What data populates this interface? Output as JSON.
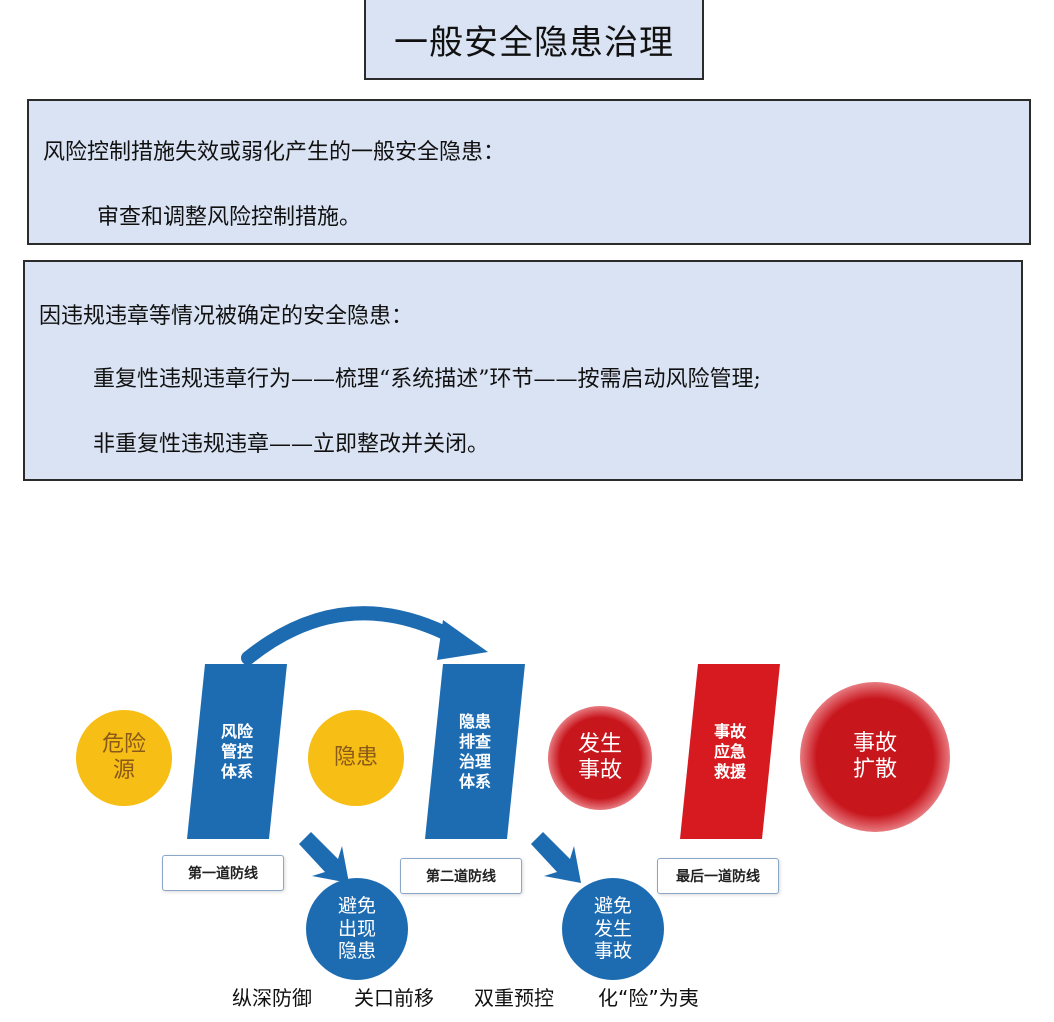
{
  "title": "一般安全隐患治理",
  "panel1": {
    "heading": "风险控制措施失效或弱化产生的一般安全隐患：",
    "item": "审查和调整风险控制措施。"
  },
  "panel2": {
    "heading": "因违规违章等情况被确定的安全隐患：",
    "item1": "重复性违规违章行为——梳理“系统描述”环节——按需启动风险管理;",
    "item2": "非重复性违规违章——立即整改并关闭。"
  },
  "diagram": {
    "hazard_source": "危险\n源",
    "hidden_danger": "隐患",
    "accident_occur": "发生\n事故",
    "accident_spread": "事故\n扩散",
    "risk_control_system": "风险\n管控\n体系",
    "hazard_check_system": "隐患\n排查\n治理\n体系",
    "emergency_rescue": "事故\n应急\n救援",
    "first_line": "第一道防线",
    "second_line": "第二道防线",
    "last_line": "最后一道防线",
    "avoid_hazard": "避免\n出现\n隐患",
    "avoid_accident": "避免\n发生\n事故",
    "slogans": [
      "纵深防御",
      "关口前移",
      "双重预控",
      "化“险”为夷"
    ],
    "colors": {
      "yellow": "#f7be16",
      "blue": "#1d6cb2",
      "red": "#c8161d"
    }
  }
}
